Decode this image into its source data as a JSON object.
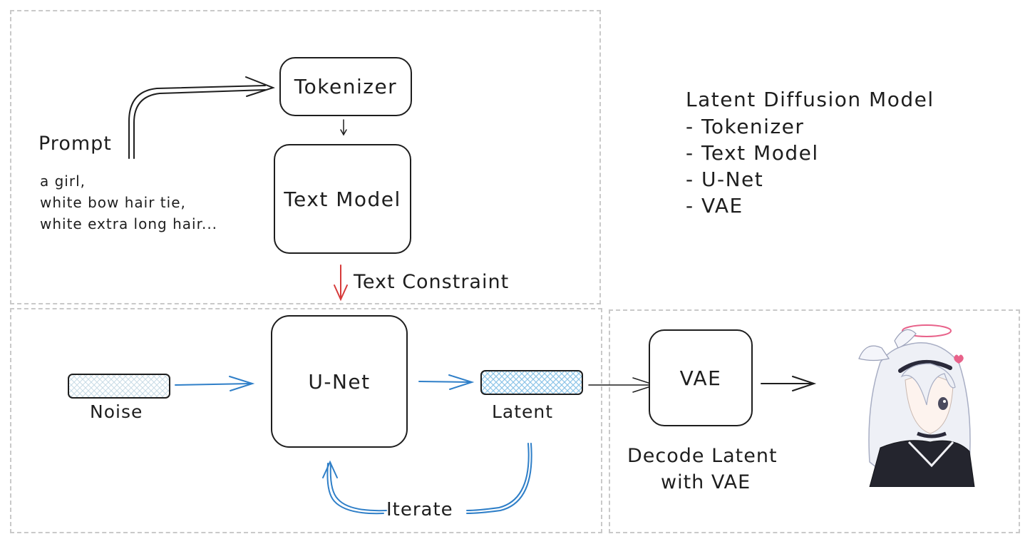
{
  "diagram": {
    "tokenizer": "Tokenizer",
    "text_model": "Text Model",
    "unet": "U-Net",
    "vae": "VAE",
    "prompt_title": "Prompt",
    "prompt_lines": [
      "a girl,",
      "white bow hair tie,",
      "white extra long hair..."
    ],
    "text_constraint": "Text Constraint",
    "noise": "Noise",
    "latent": "Latent",
    "iterate": "Iterate",
    "decode": [
      "Decode Latent",
      "with VAE"
    ]
  },
  "legend": {
    "title": "Latent Diffusion Model",
    "items": [
      "- Tokenizer",
      "- Text Model",
      "- U-Net",
      "- VAE"
    ]
  },
  "colors": {
    "stroke": "#1e1e1e",
    "blue": "#2f7fc8",
    "red": "#d63a3a",
    "dash": "#c9c9c9",
    "hatch_noise": "#c8dbe6",
    "hatch_latent": "#a9d4ee"
  },
  "output_image": {
    "icon": "anime-girl-illustration"
  }
}
